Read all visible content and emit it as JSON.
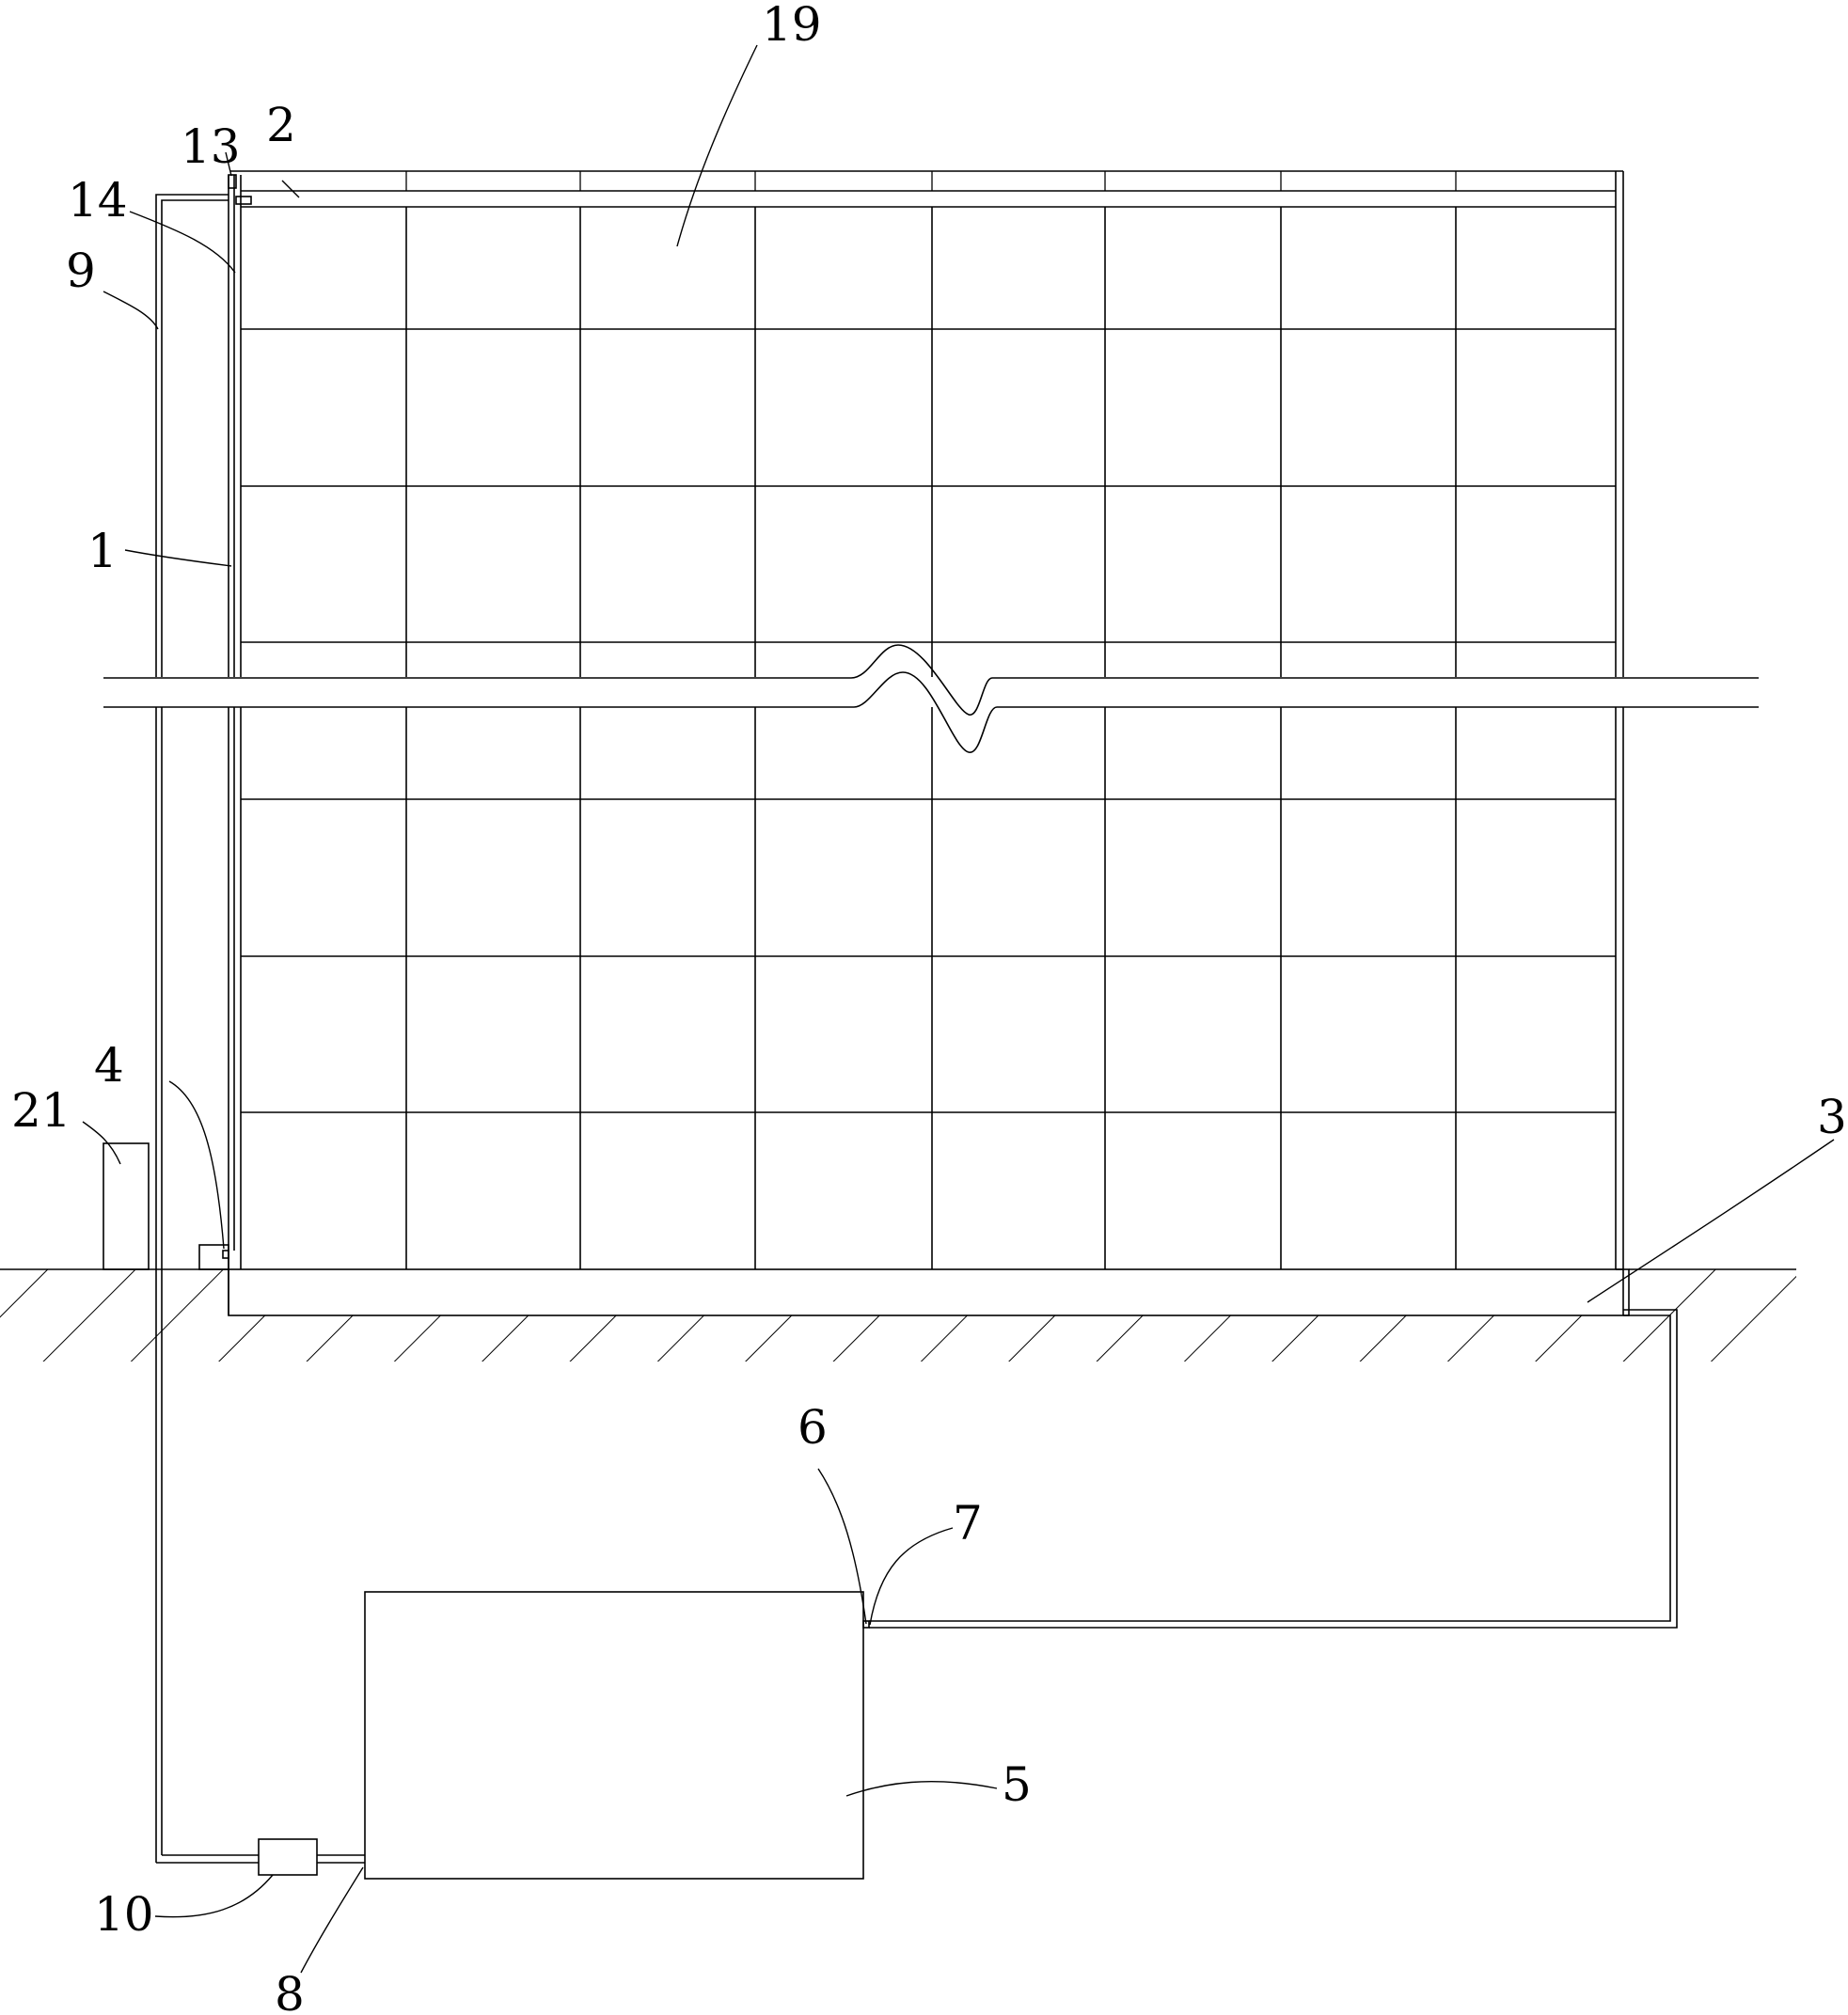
{
  "callouts": {
    "c1": "1",
    "c2": "2",
    "c3": "3",
    "c4": "4",
    "c5": "5",
    "c6": "6",
    "c7": "7",
    "c8": "8",
    "c9": "9",
    "c10": "10",
    "c13": "13",
    "c14": "14",
    "c19": "19",
    "c21": "21"
  }
}
